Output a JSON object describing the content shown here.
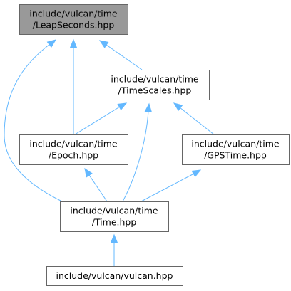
{
  "graph": {
    "edge_color": "#63b8ff",
    "node_border": "#666666",
    "node_fill": "#ffffff",
    "highlight_fill": "#999999",
    "nodes": [
      {
        "id": "leap",
        "lines": [
          "include/vulcan/time",
          "/LeapSeconds.hpp"
        ],
        "highlighted": true
      },
      {
        "id": "timescales",
        "lines": [
          "include/vulcan/time",
          "/TimeScales.hpp"
        ],
        "highlighted": false
      },
      {
        "id": "epoch",
        "lines": [
          "include/vulcan/time",
          "/Epoch.hpp"
        ],
        "highlighted": false
      },
      {
        "id": "gpstime",
        "lines": [
          "include/vulcan/time",
          "/GPSTime.hpp"
        ],
        "highlighted": false
      },
      {
        "id": "time",
        "lines": [
          "include/vulcan/time",
          "/Time.hpp"
        ],
        "highlighted": false
      },
      {
        "id": "vulcan",
        "lines": [
          "include/vulcan/vulcan.hpp"
        ],
        "highlighted": false
      }
    ],
    "edges": [
      {
        "from": "timescales",
        "to": "leap"
      },
      {
        "from": "epoch",
        "to": "leap"
      },
      {
        "from": "time",
        "to": "leap"
      },
      {
        "from": "epoch",
        "to": "timescales"
      },
      {
        "from": "gpstime",
        "to": "timescales"
      },
      {
        "from": "time",
        "to": "timescales"
      },
      {
        "from": "time",
        "to": "epoch"
      },
      {
        "from": "time",
        "to": "gpstime"
      },
      {
        "from": "vulcan",
        "to": "time"
      }
    ]
  }
}
